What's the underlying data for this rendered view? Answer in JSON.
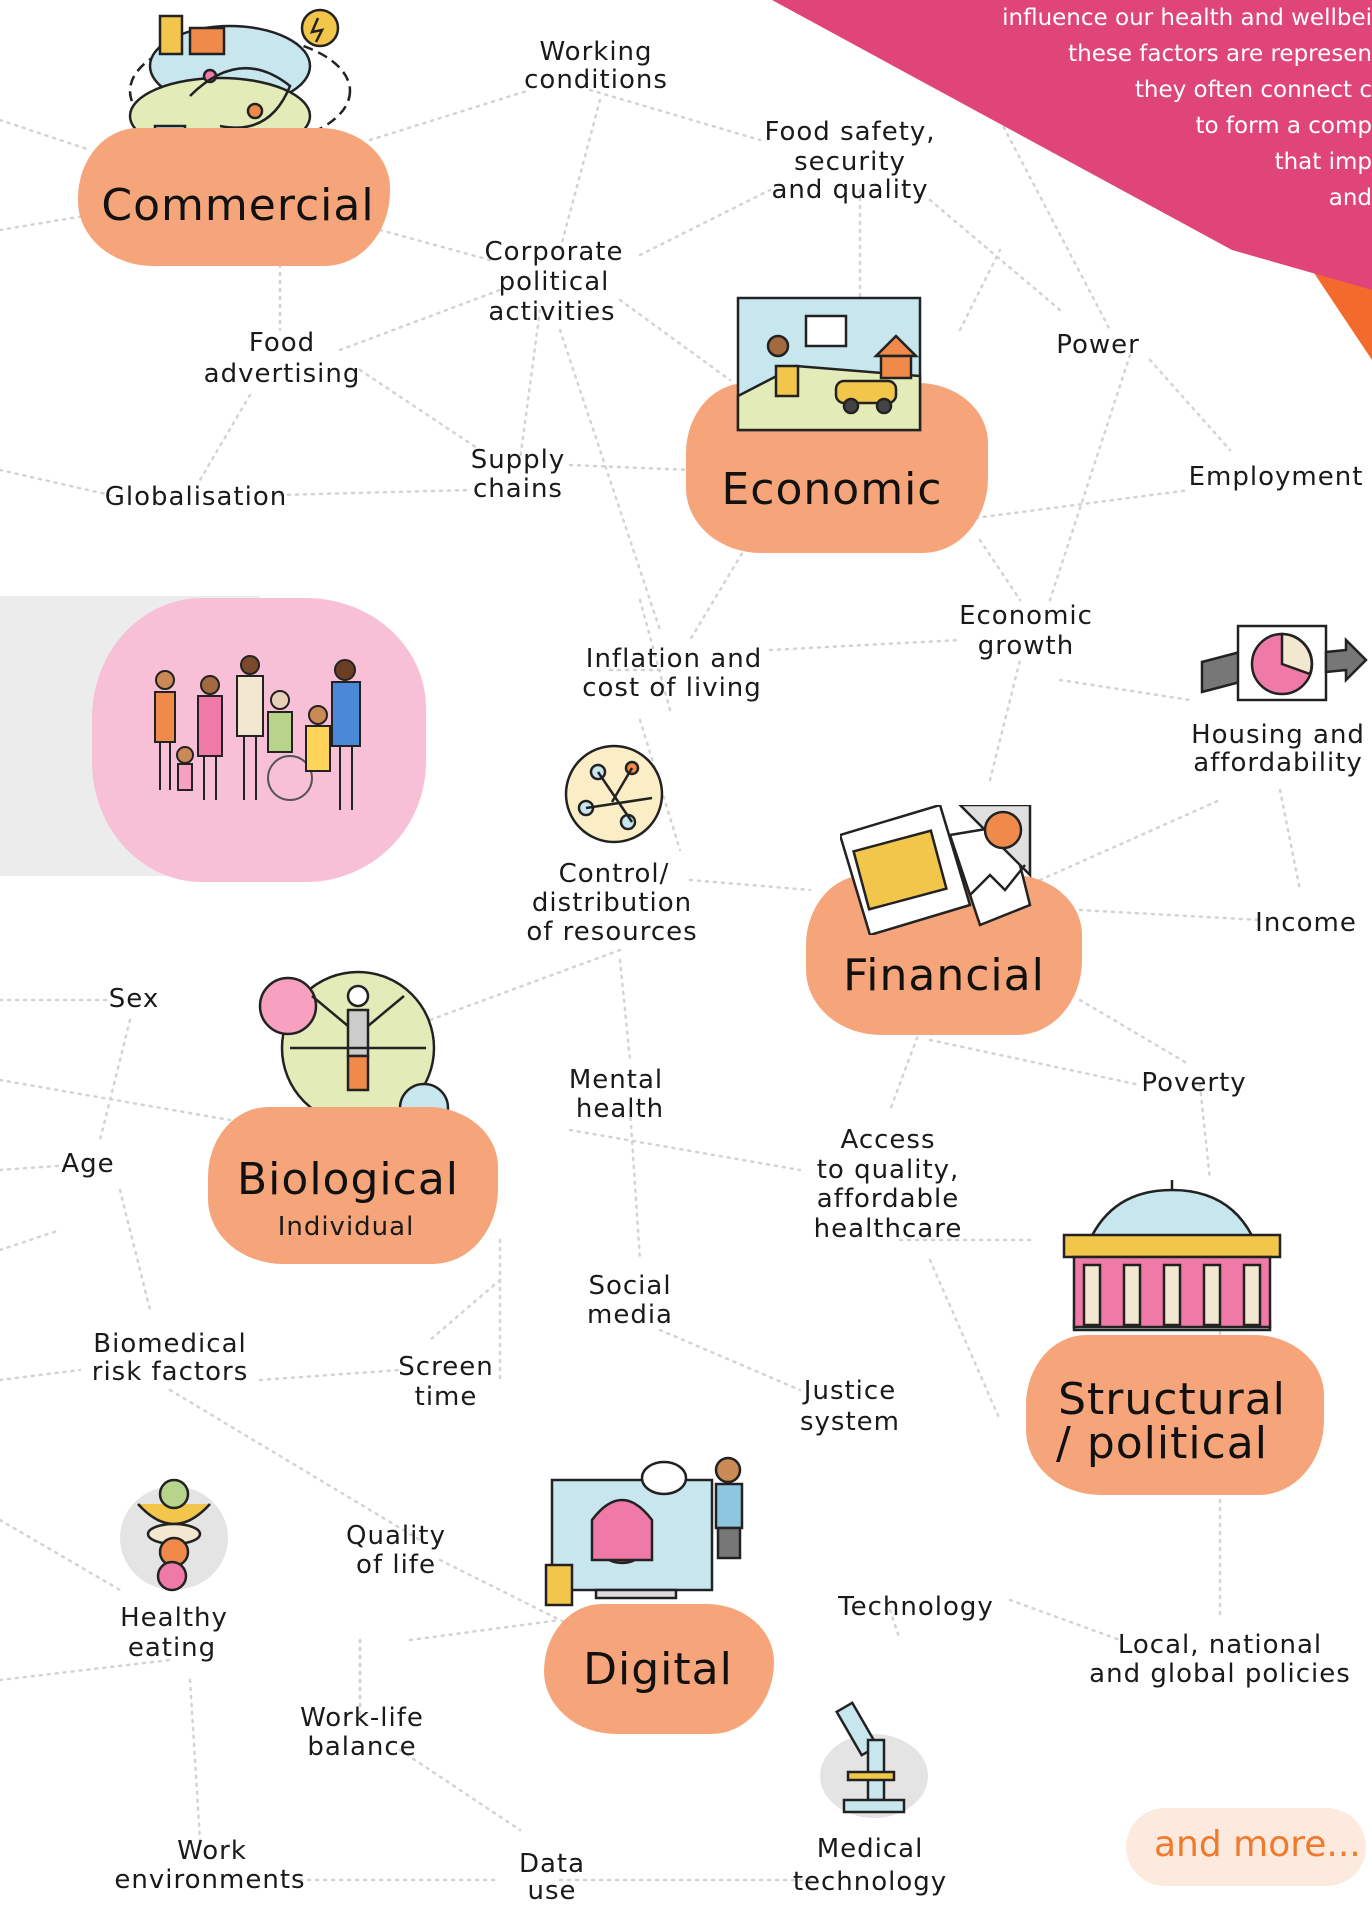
{
  "intro_text": {
    "lines": [
      "influence our health and wellbei",
      "these factors are represen",
      "they often connect c",
      "to form a comp",
      "that imp",
      "and"
    ]
  },
  "hubs": {
    "commercial": "Commercial",
    "economic": "Economic",
    "financial": "Financial",
    "biological": "Biological",
    "biological_sub": "Individual",
    "structural_line1": "Structural",
    "structural_line2": "/ political",
    "digital": "Digital"
  },
  "factors": {
    "working_conditions": [
      "Working",
      "conditions"
    ],
    "food_safety": [
      "Food safety,",
      "security",
      "and quality"
    ],
    "corporate_political": [
      "Corporate",
      "political",
      "activities"
    ],
    "power": "Power",
    "food_advertising": [
      "Food",
      "advertising"
    ],
    "supply_chains": [
      "Supply",
      "chains"
    ],
    "globalisation": "Globalisation",
    "employment": "Employment",
    "economic_growth": [
      "Economic",
      "growth"
    ],
    "inflation": [
      "Inflation and",
      "cost of living"
    ],
    "housing": [
      "Housing and",
      "affordability"
    ],
    "control_resources": [
      "Control/",
      "distribution",
      "of resources"
    ],
    "income": "Income",
    "sex": "Sex",
    "poverty": "Poverty",
    "mental_health": [
      "Mental",
      "health"
    ],
    "access_healthcare": [
      "Access",
      "to quality,",
      "affordable",
      "healthcare"
    ],
    "age": "Age",
    "social_media": [
      "Social",
      "media"
    ],
    "biomedical": [
      "Biomedical",
      "risk factors"
    ],
    "screen_time": [
      "Screen",
      "time"
    ],
    "justice": [
      "Justice",
      "system"
    ],
    "quality_of_life": [
      "Quality",
      "of life"
    ],
    "healthy_eating": [
      "Healthy",
      "eating"
    ],
    "technology": "Technology",
    "policies": [
      "Local, national",
      "and global policies"
    ],
    "work_life": [
      "Work-life",
      "balance"
    ],
    "work_env": [
      "Work",
      "environments"
    ],
    "data_use": [
      "Data",
      "use"
    ],
    "medical_tech": [
      "Medical",
      "technology"
    ]
  },
  "more_label": "and more...",
  "colors": {
    "hub_fill": "#f6a57a",
    "people_blob": "#f8c0d6",
    "corner_magenta": "#e0457a",
    "corner_orange": "#f26b2c",
    "link_line": "#d0d0d0",
    "more_text": "#f07a2c"
  }
}
